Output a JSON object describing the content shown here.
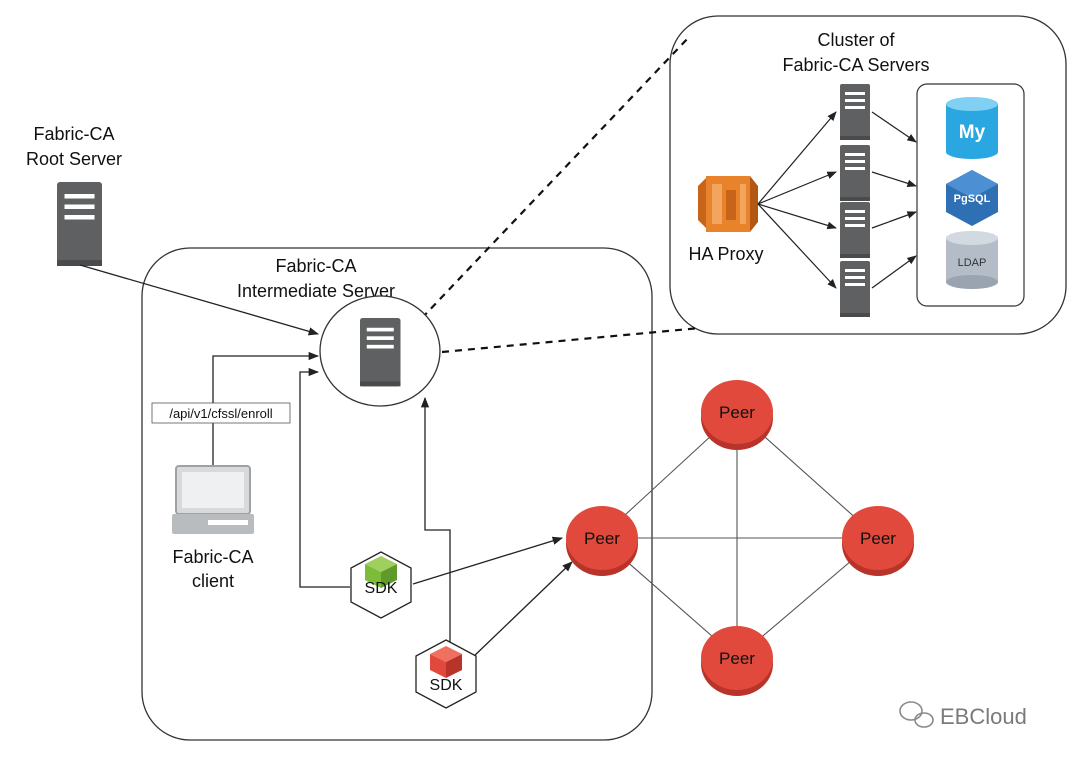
{
  "labels": {
    "root_line1": "Fabric-CA",
    "root_line2": "Root Server",
    "intermediate_line1": "Fabric-CA",
    "intermediate_line2": "Intermediate Server",
    "cluster_line1": "Cluster of",
    "cluster_line2": "Fabric-CA Servers",
    "ha_proxy": "HA Proxy",
    "client_line1": "Fabric-CA",
    "client_line2": "client",
    "api_endpoint": "/api/v1/cfssl/enroll",
    "sdk_1": "SDK",
    "sdk_2": "SDK",
    "mysql": "My",
    "pgsql": "PgSQL",
    "ldap": "LDAP",
    "watermark": "EBCloud"
  },
  "peers": [
    {
      "label": "Peer"
    },
    {
      "label": "Peer"
    },
    {
      "label": "Peer"
    },
    {
      "label": "Peer"
    }
  ],
  "colors": {
    "peer": "#e0493b",
    "server": "#5f6061",
    "haproxy": "#e8822b",
    "mysql": "#2aa7e0",
    "pgsql": "#2f6fb3",
    "ldap": "#b4bcc8",
    "sdk_green": "#7dbb3a",
    "sdk_red": "#e0493b"
  }
}
